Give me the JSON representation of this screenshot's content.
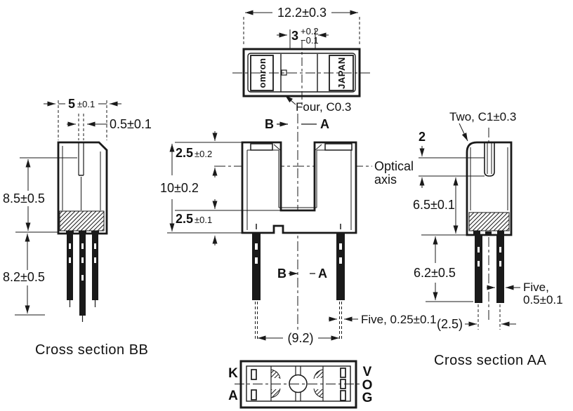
{
  "drawing": {
    "background": "#ffffff",
    "line_color": "#1a1a1a"
  },
  "top_view": {
    "overall_width": "12.2±0.3",
    "slot_width_nominal": "3",
    "slot_width_plus": "+0.2",
    "slot_width_minus": "−0.1",
    "brand": "omron",
    "origin": "JAPAN",
    "chamfer_note": "Four, C0.3"
  },
  "front_view": {
    "section_left": "B",
    "section_right": "A",
    "dim_top_to_axis_main": "2.5",
    "dim_top_to_axis_tol": "±0.2",
    "dim_height": "10±0.2",
    "dim_base_main": "2.5",
    "dim_base_tol": "±0.1",
    "optical_axis_line1": "Optical",
    "optical_axis_line2": "axis",
    "dim_lead_span": "(9.2)",
    "lead_thickness_note": "Five, 0.25±0.1"
  },
  "cross_section_bb": {
    "dim_width_main": "5",
    "dim_width_tol": "±0.1",
    "dim_slot": "0.5±0.1",
    "dim_body_height": "8.5±0.5",
    "dim_lead_length": "8.2±0.5",
    "caption": "Cross section BB"
  },
  "cross_section_aa": {
    "chamfer_note": "Two, C1±0.3",
    "dim_aperture": "2",
    "dim_lower_body": "6.5±0.1",
    "dim_lead_length": "6.2±0.5",
    "lead_width_note_1": "Five,",
    "lead_width_note_2": "0.5±0.1",
    "dim_lead_pitch": "(2.5)",
    "caption": "Cross section AA"
  },
  "bottom_view": {
    "pin_k": "K",
    "pin_a": "A",
    "pin_v": "V",
    "pin_o": "O",
    "pin_g": "G"
  }
}
